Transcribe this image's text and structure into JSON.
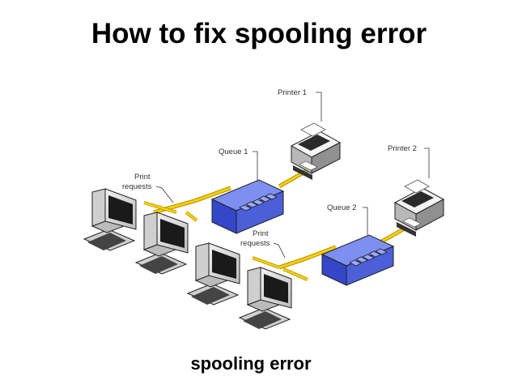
{
  "title": "How to fix spooling error",
  "caption": "spooling error",
  "diagram": {
    "labels": {
      "printer1": "Printer 1",
      "printer2": "Printer 2",
      "queue1": "Queue 1",
      "queue2": "Queue 2",
      "print_requests_1": [
        "Print",
        "requests"
      ],
      "print_requests_2": [
        "Print",
        "requests"
      ]
    },
    "colors": {
      "queue_blue": "#4a5fd8",
      "cable_yellow": "#f0c800"
    }
  }
}
